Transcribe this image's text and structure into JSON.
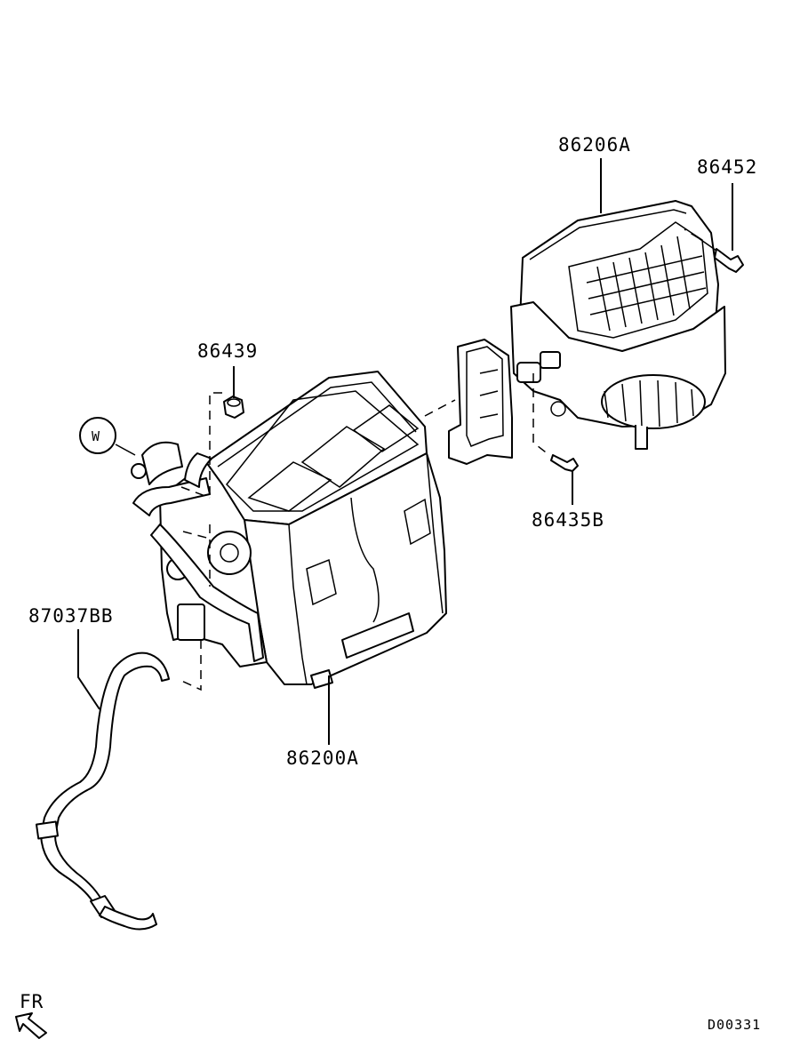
{
  "callouts": {
    "blower_unit": "86206A",
    "screw_blower": "86452",
    "nut": "86439",
    "heater_unit": "86200A",
    "screw_bracket": "86435B",
    "drain_hose": "87037BB"
  },
  "marker": {
    "w_label": "W"
  },
  "orientation": {
    "front_label": "FR"
  },
  "drawing_code": "D00331"
}
